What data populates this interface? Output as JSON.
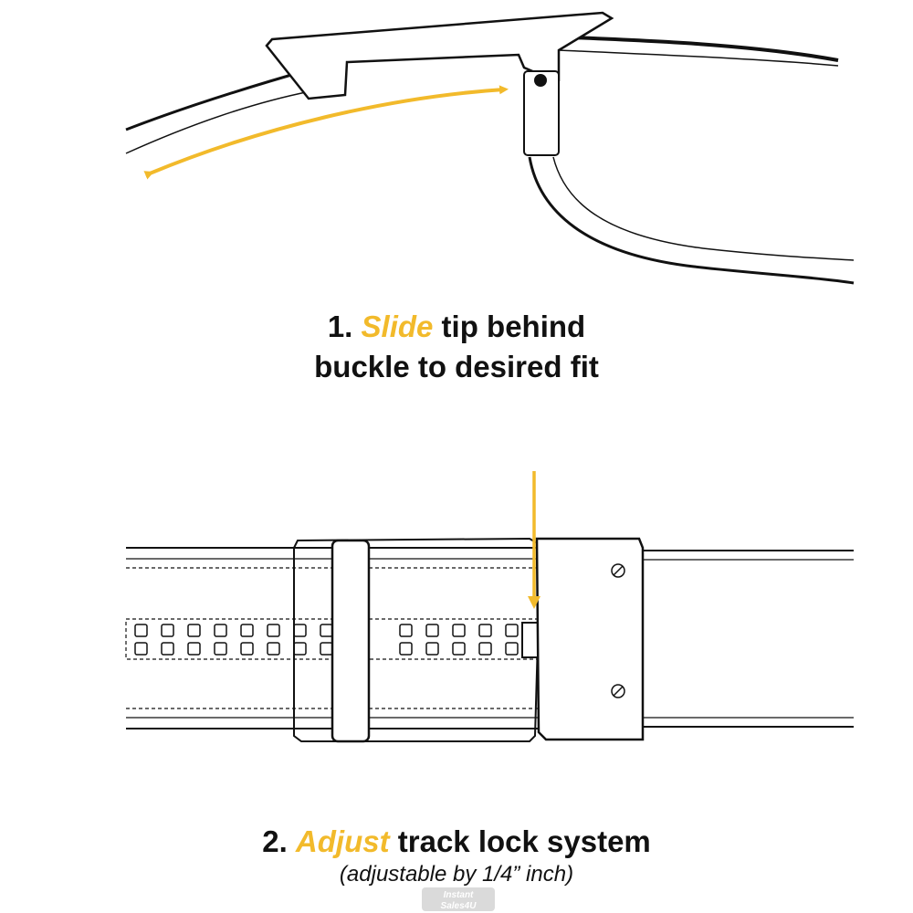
{
  "colors": {
    "accent": "#F2BA2B",
    "ink": "#111111",
    "background": "#FFFFFF"
  },
  "step1": {
    "number": "1.",
    "highlight": "Slide",
    "rest_line1": "tip behind",
    "line2": "buckle to desired fit"
  },
  "step2": {
    "number": "2.",
    "highlight": "Adjust",
    "rest": "track lock system",
    "note": "(adjustable by 1/4” inch)"
  },
  "watermark": {
    "line1": "Instant",
    "line2": "Sales4U"
  }
}
